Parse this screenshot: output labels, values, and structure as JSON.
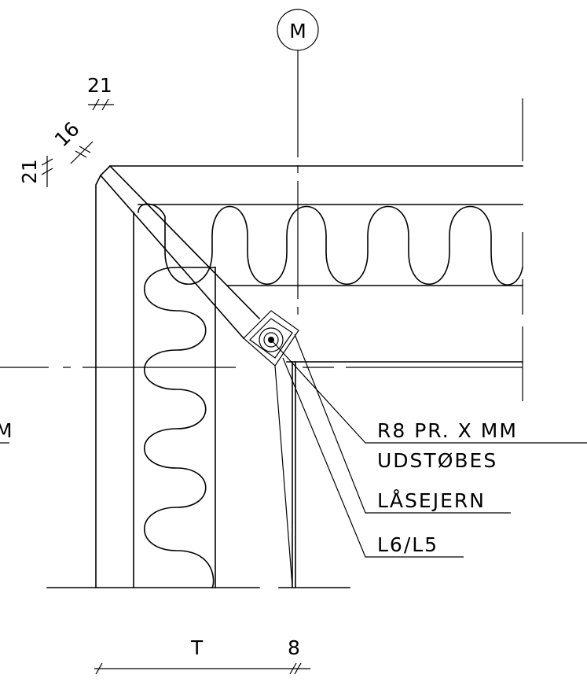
{
  "axis_marker": "M",
  "left_edge_label": "M",
  "dimensions": {
    "top_21": "21",
    "diag_16": "16",
    "left_21": "21",
    "bottom_T": "T",
    "bottom_8": "8"
  },
  "callouts": {
    "rebar": "R8 PR. X MM",
    "grout": "UDSTØBES",
    "lock_iron": "LÅSEJERN",
    "profile": "L6/L5"
  }
}
